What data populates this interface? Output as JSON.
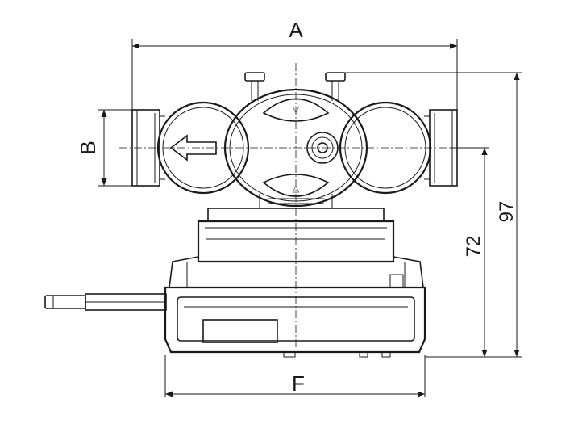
{
  "dimensions": {
    "top_width": "A",
    "inlet_height": "B",
    "base_width": "F",
    "axis_height": "72",
    "overall_height": "97"
  },
  "knob": {
    "up_symbol": "▽",
    "down_symbol": "△"
  },
  "flow_arrow_direction": "left"
}
